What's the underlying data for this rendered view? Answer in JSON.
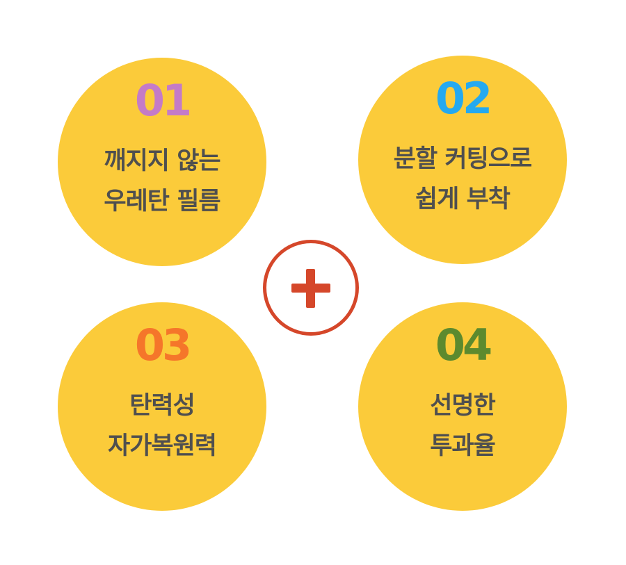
{
  "colors": {
    "circle_fill": "#fbcb3a",
    "label_text": "#4f4f4f",
    "plus_accent": "#d5472a"
  },
  "plus_icon": "plus-icon",
  "features": [
    {
      "number": "01",
      "number_color": "#c47bc7",
      "lines": [
        "깨지지 않는",
        "우레탄 필름"
      ]
    },
    {
      "number": "02",
      "number_color": "#24a9f0",
      "lines": [
        "분할 커팅으로",
        "쉽게 부착"
      ]
    },
    {
      "number": "03",
      "number_color": "#f5762a",
      "lines": [
        "탄력성",
        "자가복원력"
      ]
    },
    {
      "number": "04",
      "number_color": "#5c8a2e",
      "lines": [
        "선명한",
        "투과율"
      ]
    }
  ]
}
